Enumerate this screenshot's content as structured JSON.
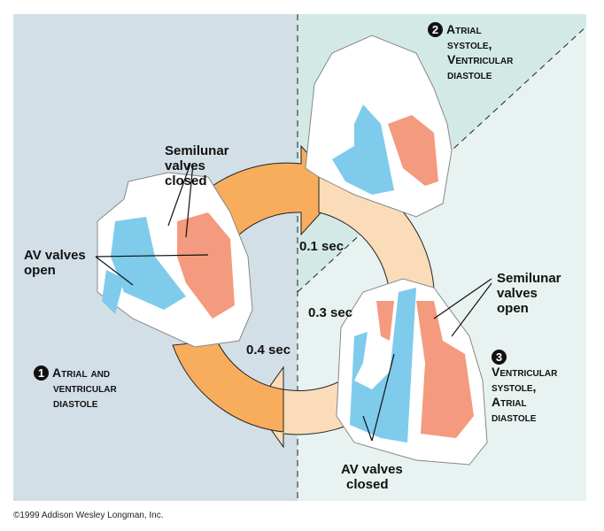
{
  "stages": [
    {
      "number": "1",
      "title_line1": "Atrial and",
      "title_line2": "ventricular",
      "title_line3": "diastole",
      "time": "0.4 sec"
    },
    {
      "number": "2",
      "title_line1": "Atrial",
      "title_line2": "systole,",
      "title_line3": "Ventricular",
      "title_line4": "diastole",
      "time": "0.1 sec"
    },
    {
      "number": "3",
      "title_line1": "Ventricular",
      "title_line2": "systole,",
      "title_line3": "Atrial",
      "title_line4": "diastole",
      "time": "0.3 sec"
    }
  ],
  "labels": {
    "semilunar_closed_1": "Semilunar",
    "semilunar_closed_2": "valves",
    "semilunar_closed_3": "closed",
    "av_open_1": "AV valves",
    "av_open_2": "open",
    "semilunar_open_1": "Semilunar",
    "semilunar_open_2": "valves",
    "semilunar_open_3": "open",
    "av_closed_1": "AV valves",
    "av_closed_2": "closed"
  },
  "colors": {
    "blood_deoxygenated": "#7ecbec",
    "blood_oxygenated": "#f49a7e",
    "arrow_orange": "#f8ad5c",
    "arrow_peach": "#fbdcb8"
  },
  "copyright": "©1999 Addison Wesley Longman, Inc."
}
